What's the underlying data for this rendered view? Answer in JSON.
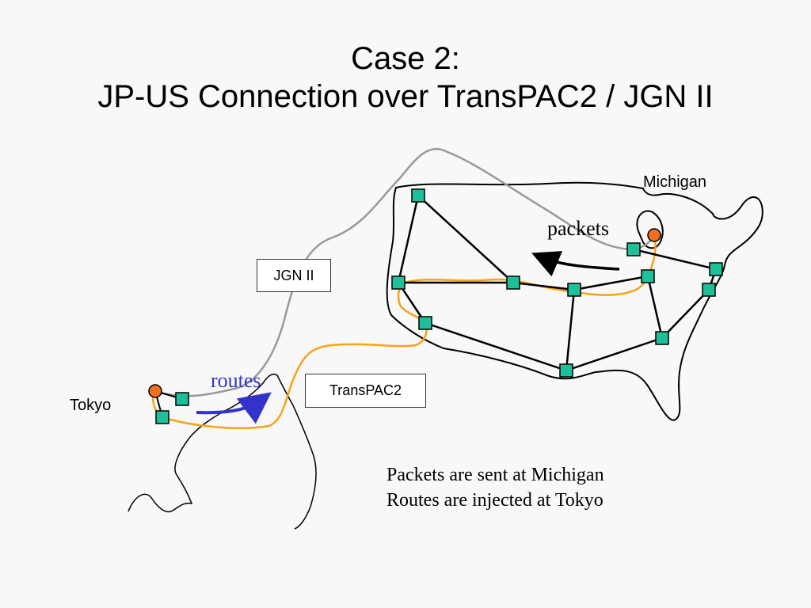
{
  "slide": {
    "title_line1": "Case 2:",
    "title_line2": "JP-US Connection over TransPAC2 / JGN II"
  },
  "labels": {
    "michigan": "Michigan",
    "tokyo": "Tokyo",
    "packets": "packets",
    "routes": "routes",
    "jgn": "JGN II",
    "transpac": "TransPAC2"
  },
  "caption": {
    "line1": "Packets are sent at Michigan",
    "line2": "Routes are injected at Tokyo"
  },
  "colors": {
    "node_fill": "#1fbf9a",
    "endpoint_fill": "#f07020",
    "orange_path": "#f5a31a",
    "gray_path": "#999999",
    "routes_arrow": "#3333cc",
    "routes_text": "#3333cc"
  }
}
